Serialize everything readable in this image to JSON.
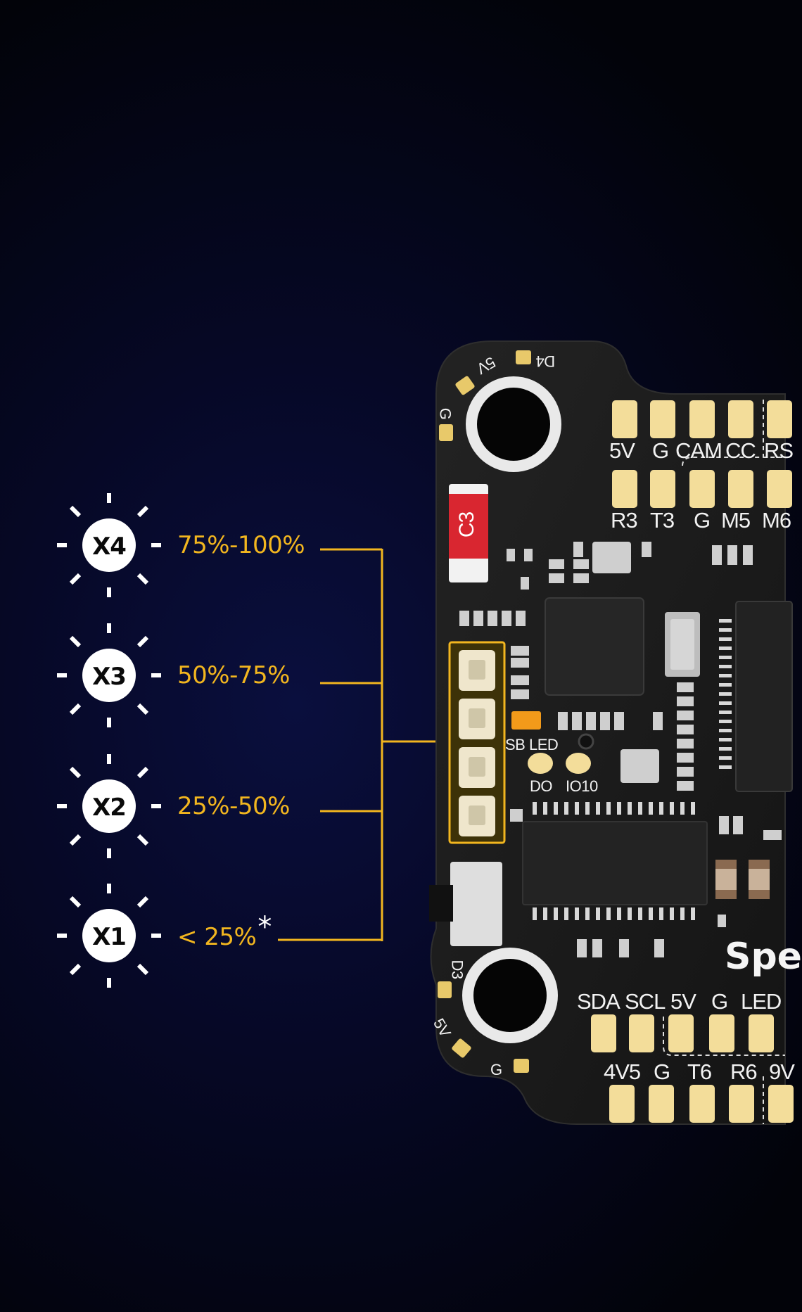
{
  "levels": [
    {
      "badge": "X4",
      "range": "75%-100%"
    },
    {
      "badge": "X3",
      "range": "50%-75%"
    },
    {
      "badge": "X2",
      "range": "25%-50%"
    },
    {
      "badge": "X1",
      "range": "< 25%",
      "note": "*"
    }
  ],
  "board": {
    "brand": "Spe",
    "pads_top_row1": [
      "5V",
      "G",
      "CAM",
      "CC",
      "RS"
    ],
    "pads_top_row2": [
      "R3",
      "T3",
      "G",
      "M5",
      "M6"
    ],
    "pads_bottom_row1": [
      "SDA",
      "SCL",
      "5V",
      "G",
      "LED"
    ],
    "pads_bottom_row2": [
      "4V5",
      "G",
      "T6",
      "R6",
      "9V"
    ],
    "corner_top": [
      "D4",
      "5V",
      "G"
    ],
    "corner_bottom": [
      "D3",
      "5V",
      "G"
    ],
    "capacitor": "C3",
    "led_label": "SB LED",
    "pad_do": "DO",
    "pad_io10": "IO10"
  },
  "colors": {
    "accent": "#f2b61f",
    "pcb": "#1a1a1a",
    "pad": "#f3dd9a",
    "background": "#050820"
  }
}
